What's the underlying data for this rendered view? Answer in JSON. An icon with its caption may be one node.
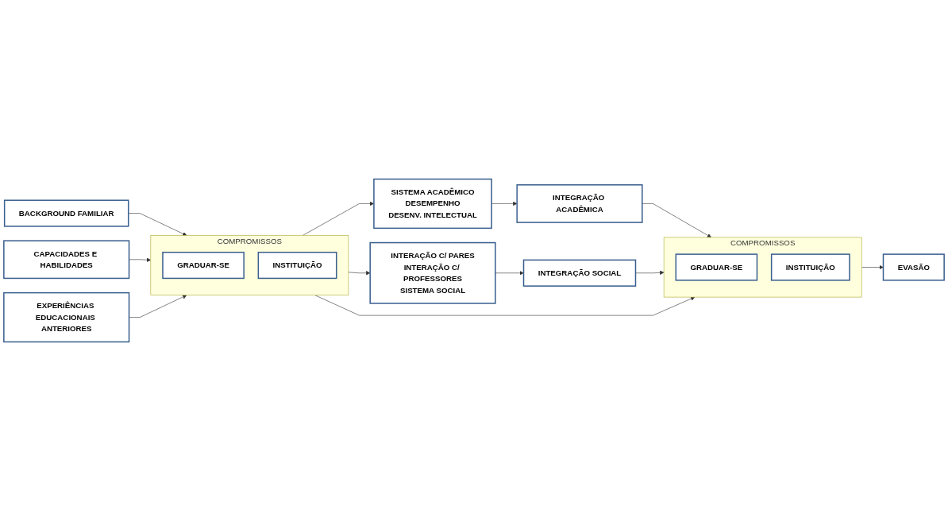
{
  "diagram": {
    "nodes": [
      {
        "text": [
          "BACKGROUND FAMILIAR"
        ]
      },
      {
        "text": [
          "CAPACIDADES E HABILIDADES"
        ]
      },
      {
        "text": [
          "EXPERIÊNCIAS EDUCACIONAIS ANTERIORES"
        ]
      },
      {
        "text": [
          "COMPROMISSOS"
        ]
      },
      {
        "text": [
          "GRADUAR-SE"
        ],
        "in": 3
      },
      {
        "text": [
          "INSTITUIÇÃO"
        ],
        "in": 3
      },
      {
        "text": [
          "SISTEMA ACADÊMICO",
          "DESEMPENHO",
          "DESENV. INTELECTUAL"
        ]
      },
      {
        "text": [
          "INTEGRAÇÃO ACADÊMICA"
        ]
      },
      {
        "text": [
          "INTERAÇÃO C/ PARES",
          "INTERAÇÃO C/ PROFESSORES",
          "SISTEMA SOCIAL"
        ]
      },
      {
        "text": [
          "INTEGRAÇÃO SOCIAL"
        ]
      },
      {
        "text": [
          "COMPROMISSOS"
        ]
      },
      {
        "text": [
          "GRADUAR-SE"
        ],
        "in": 10
      },
      {
        "text": [
          "INSTITUIÇÃO"
        ],
        "in": 10
      },
      {
        "text": [
          "EVASÃO"
        ]
      }
    ],
    "edges": [
      {
        "from": 0,
        "to": 3,
        "arrow": "to"
      },
      {
        "from": 1,
        "to": 3,
        "arrow": "to"
      },
      {
        "from": 2,
        "to": 3,
        "arrow": "to"
      },
      {
        "from": 3,
        "to": 6,
        "arrow": "to"
      },
      {
        "from": 3,
        "to": 8,
        "arrow": "to"
      },
      {
        "from": 6,
        "to": 7,
        "arrow": "to"
      },
      {
        "from": 8,
        "to": 9,
        "arrow": "to"
      },
      {
        "from": 7,
        "to": 10,
        "arrow": "to"
      },
      {
        "from": 9,
        "to": 10,
        "arrow": "to"
      },
      {
        "from": 3,
        "to": 10,
        "arrow": "to"
      },
      {
        "from": 10,
        "to": 13,
        "arrow": "to"
      }
    ]
  }
}
